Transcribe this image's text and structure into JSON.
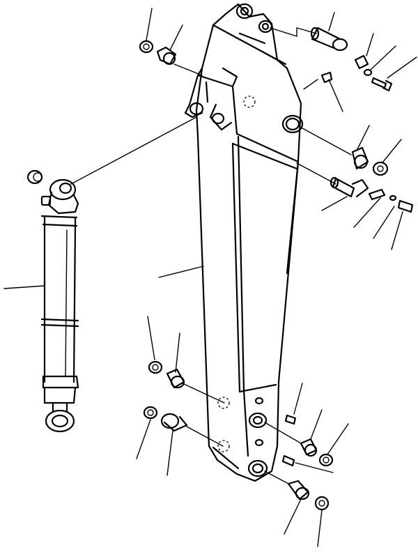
{
  "figure": {
    "description_labels": [],
    "colors": {
      "ink": "#000000",
      "paper": "#ffffff"
    },
    "parts": [
      "boom-arm",
      "arm-cylinder",
      "pins",
      "bushings",
      "washers",
      "bolts",
      "grease-fittings"
    ]
  }
}
